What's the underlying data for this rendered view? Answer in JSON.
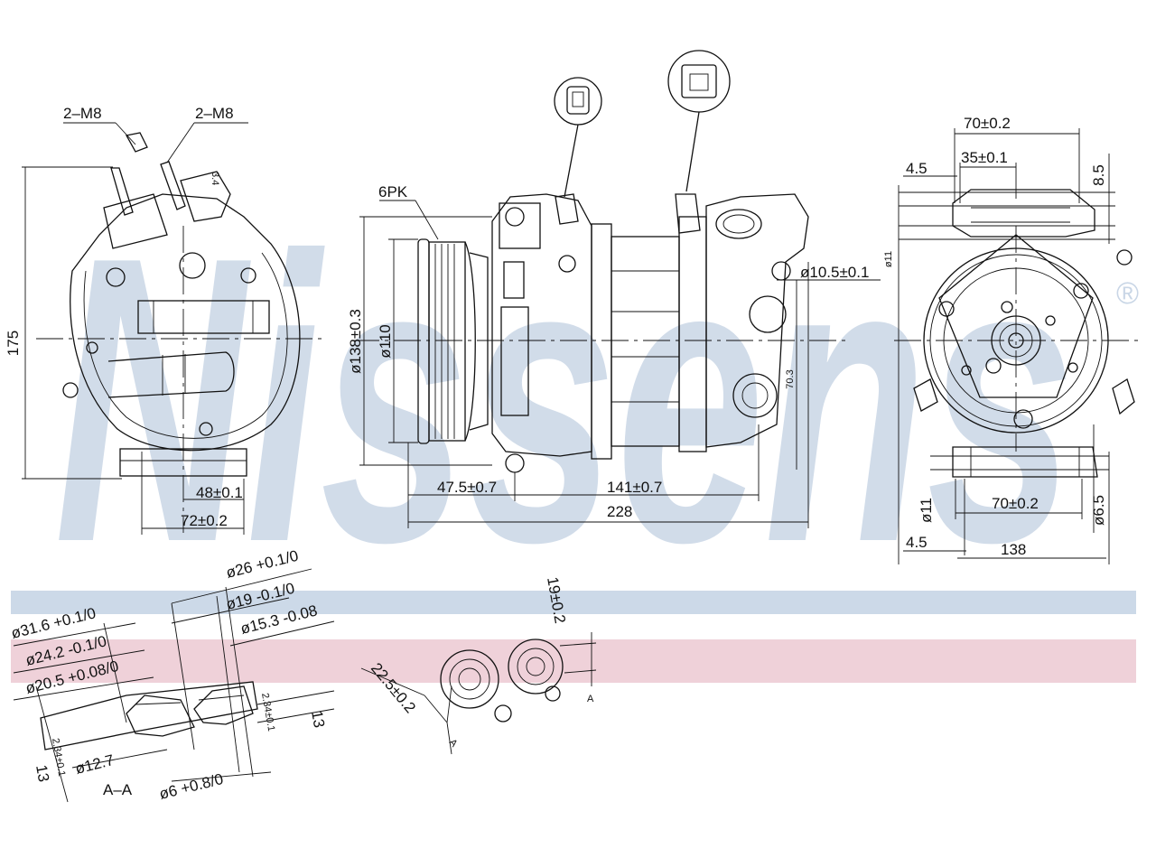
{
  "watermark": {
    "brand": "Nissens",
    "color": "#c9d6e6",
    "symbol": "®"
  },
  "colors": {
    "blue_band": "#c6d5e6",
    "pink_band": "#ecc9d2",
    "line": "#111111"
  },
  "left_view": {
    "callout_left": "2–M8",
    "callout_right": "2–M8",
    "angle_label": "3.4",
    "height": "175",
    "dim_48": "48±0.1",
    "dim_72": "72±0.2"
  },
  "center_view": {
    "belt": "6PK",
    "pulley_outer": "ø138±0.3",
    "pulley_inner": "ø110",
    "port_dia": "ø10.5±0.1",
    "height_right": "70.3",
    "dim_47": "47.5±0.7",
    "dim_141": "141±0.7",
    "length": "228"
  },
  "right_view": {
    "top_70": "70±0.2",
    "top_35": "35±0.1",
    "top_45": "4.5",
    "right_85": "8.5",
    "right_11": "ø11",
    "bottom_70": "70±0.2",
    "bottom_45": "4.5",
    "bottom_138": "138",
    "bottom_11": "ø11",
    "bottom_65": "ø6.5"
  },
  "section_view": {
    "d26": "ø26 +0.1/0",
    "d19": "ø19 -0.1/0",
    "d153": "ø15.3 -0.08",
    "d316": "ø31.6 +0.1/0",
    "d242": "ø24.2 -0.1/0",
    "d205": "ø20.5 +0.08/0",
    "d127": "ø12.7",
    "d6": "ø6 +0.8/0",
    "h234_right": "2.34±0.1",
    "h13_right": "13",
    "h234_left": "2.34±0.1",
    "h13_left": "13",
    "caption": "A–A"
  },
  "port_view": {
    "dim_19": "19±0.2",
    "angle": "22.5±0.2",
    "section_a": "A",
    "section_a2": "A"
  }
}
